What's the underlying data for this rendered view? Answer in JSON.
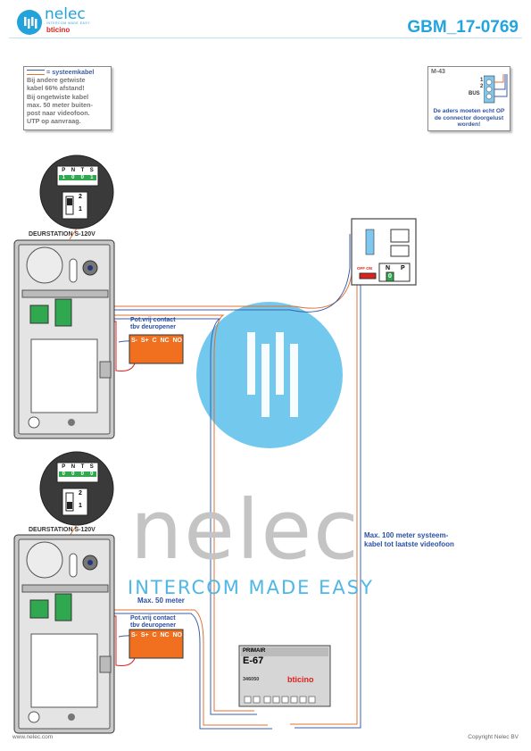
{
  "header": {
    "logo_name": "nelec",
    "logo_tagline": "INTERCOM MADE EASY",
    "logo_brand": "bticino",
    "doc_code": "GBM_17-0769"
  },
  "legend": {
    "key": "= systeemkabel",
    "lines": [
      "Bij andere getwiste",
      "kabel 66% afstand!",
      "Bij ongetwiste kabel",
      "max. 50 meter buiten-",
      "post naar videofoon.",
      "UTP op aanvraag."
    ]
  },
  "m43": {
    "title": "M-43",
    "pins": [
      "1",
      "2",
      "BUS"
    ],
    "note": "De aders moeten echt OP de connector doorgelust worden!"
  },
  "switch_top": {
    "headers": [
      "P",
      "N",
      "T",
      "S"
    ],
    "values": [
      "1",
      "0",
      "0",
      "1"
    ],
    "dip": [
      "2",
      "1"
    ]
  },
  "switch_bottom": {
    "headers": [
      "P",
      "N",
      "T",
      "S"
    ],
    "values": [
      "0",
      "0",
      "0",
      "0"
    ],
    "dip": [
      "2",
      "1"
    ]
  },
  "door_top": {
    "label": "DEURSTATION S-120V",
    "contact_label": "Pot.vrij contact\ntbv deuropener",
    "terminals": [
      "S-",
      "S+",
      "C",
      "NC",
      "NO"
    ]
  },
  "door_bottom": {
    "label": "DEURSTATION S-120V",
    "contact_label": "Pot.vrij contact\ntbv deuropener",
    "terminals": [
      "S-",
      "S+",
      "C",
      "NC",
      "NO"
    ]
  },
  "monitor": {
    "switch_label": "OFF ON",
    "dip_headers": [
      "N",
      "P"
    ],
    "dip_value": "0"
  },
  "notes": {
    "max_system": "Max. 100 meter systeem-\nkabel tot laatste videofoon",
    "max_50": "Max. 50 meter"
  },
  "psu": {
    "primary": "PRIMAIR",
    "model": "E-67",
    "code": "346050",
    "brand": "bticino"
  },
  "watermark": {
    "name": "nelec",
    "tagline": "INTERCOM MADE EASY"
  },
  "footer": {
    "website": "www.nelec.com",
    "copyright": "Copyright Nelec BV"
  },
  "colors": {
    "accent": "#22a5dd",
    "brand_red": "#e0201b",
    "cable_blue": "#3a5fa8",
    "cable_orange": "#e07030",
    "terminal_orange": "#f07020",
    "connector_green": "#2fa84f"
  }
}
